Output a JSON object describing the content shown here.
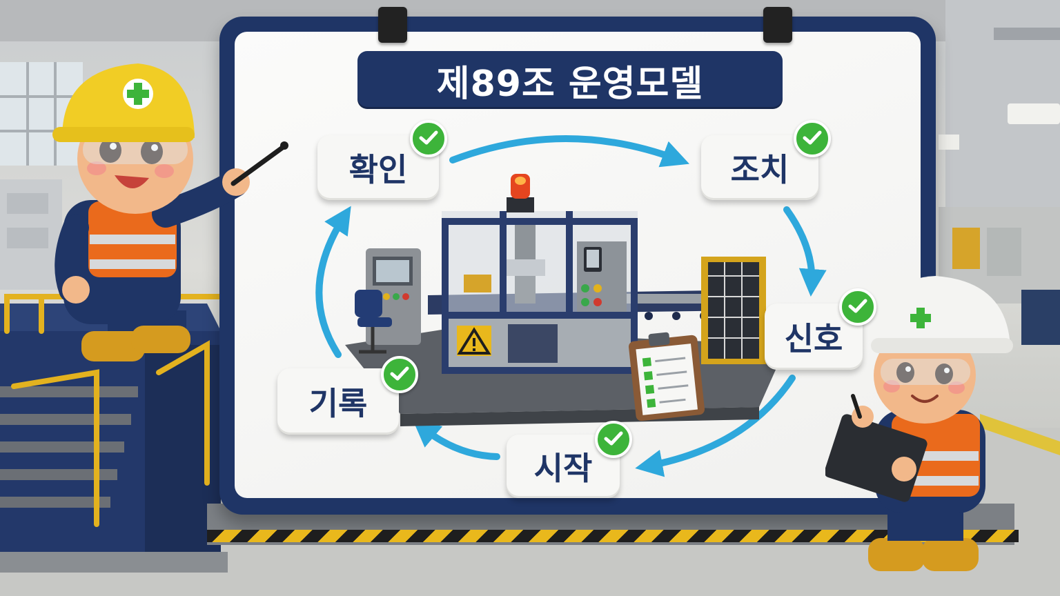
{
  "title": "제89조 운영모델",
  "cycle": {
    "nodes": [
      {
        "label": "확인",
        "status": "checked"
      },
      {
        "label": "조치",
        "status": "checked"
      },
      {
        "label": "신호",
        "status": "checked"
      },
      {
        "label": "시작",
        "status": "checked"
      },
      {
        "label": "기록",
        "status": "checked"
      }
    ]
  },
  "colors": {
    "board_frame": "#1f3566",
    "title_bar": "#1f3566",
    "arrow": "#2ea8dc",
    "check": "#3db43a",
    "node_text": "#1f3566",
    "hazard_yellow": "#e9b81c"
  },
  "icons": [
    "check-icon",
    "warning-icon",
    "beacon-light-icon",
    "clipboard-icon",
    "pointer-stick-icon",
    "hard-hat-icon"
  ]
}
